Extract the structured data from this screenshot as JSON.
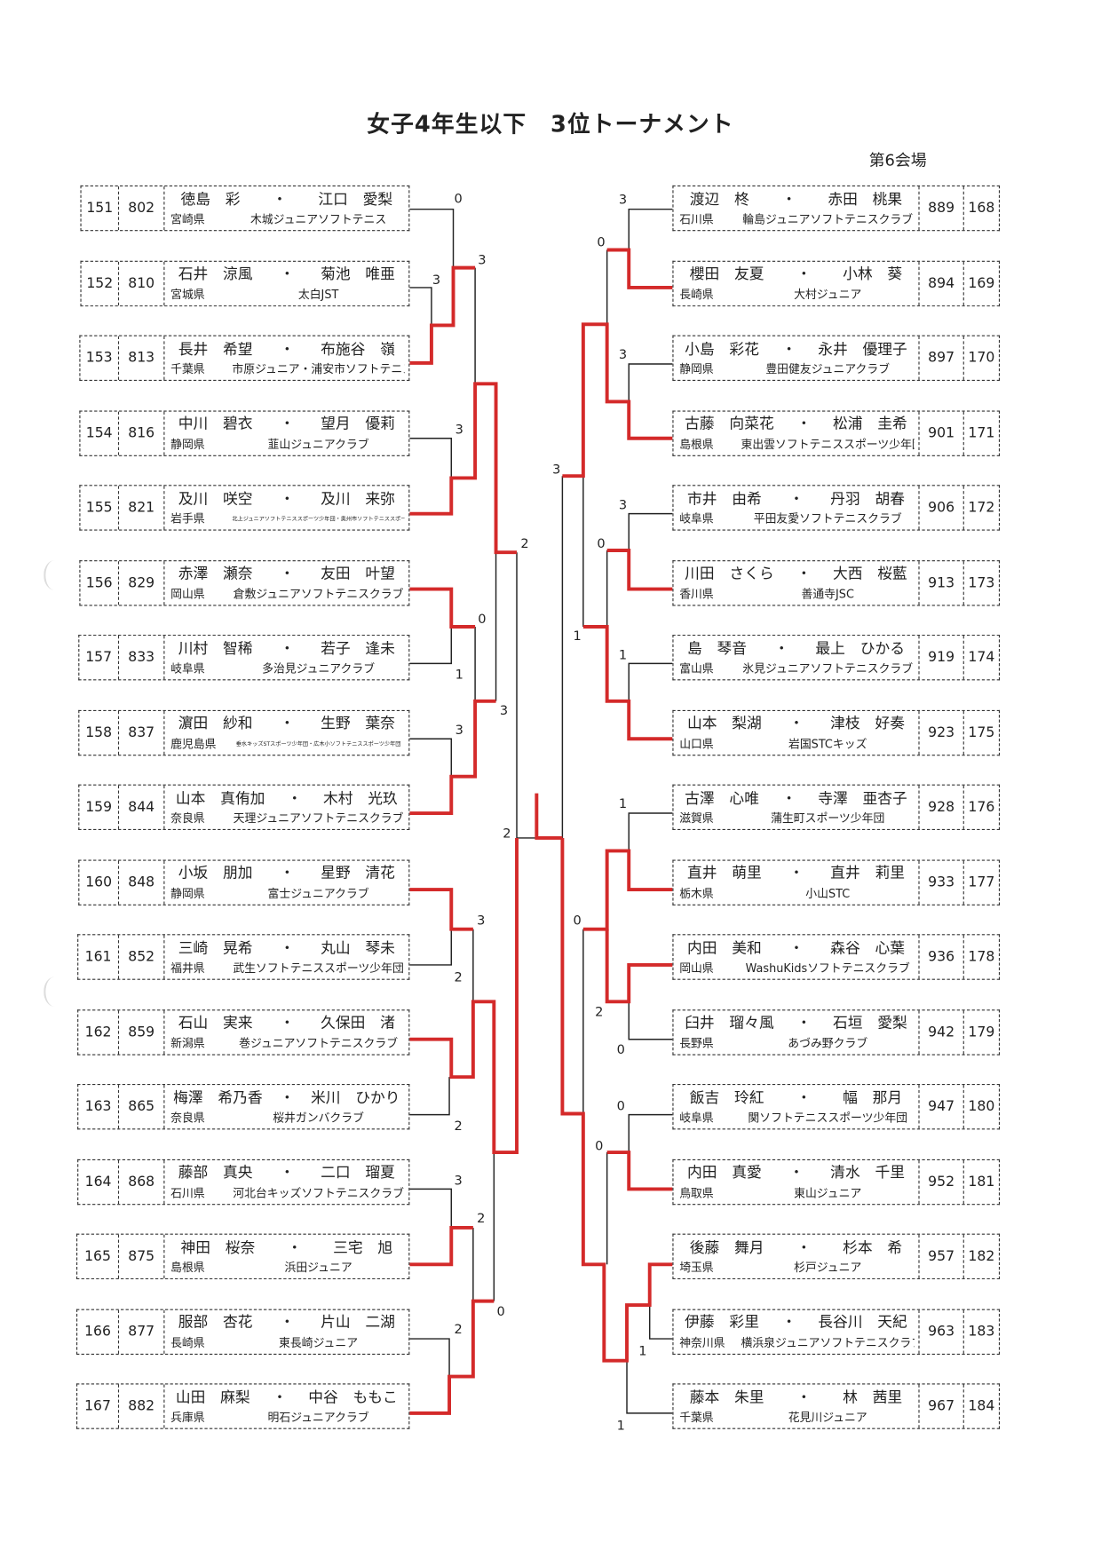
{
  "title": "女子4年生以下　3位トーナメント",
  "venue": "第6会場",
  "colors": {
    "winner_line": "#d42a2a",
    "line": "#222222"
  },
  "left_entries": [
    {
      "seq": "151",
      "no": "802",
      "p1": "徳島　彩",
      "p2": "江口　愛梨",
      "pref": "宮崎県",
      "club": "木城ジュニアソフトテニス"
    },
    {
      "seq": "152",
      "no": "810",
      "p1": "石井　涼風",
      "p2": "菊池　唯亜",
      "pref": "宮城県",
      "club": "太白JST"
    },
    {
      "seq": "153",
      "no": "813",
      "p1": "長井　希望",
      "p2": "布施谷　嶺",
      "pref": "千葉県",
      "club": "市原ジュニア・浦安市ソフトテニスジュニア"
    },
    {
      "seq": "154",
      "no": "816",
      "p1": "中川　碧衣",
      "p2": "望月　優莉",
      "pref": "静岡県",
      "club": "韮山ジュニアクラブ"
    },
    {
      "seq": "155",
      "no": "821",
      "p1": "及川　咲空",
      "p2": "及川　来弥",
      "pref": "岩手県",
      "club": "北上ジュニアソフトテニススポーツ少年団・奥州市ソフトテニススポーツ少年団"
    },
    {
      "seq": "156",
      "no": "829",
      "p1": "赤澤　瀬奈",
      "p2": "友田　叶望",
      "pref": "岡山県",
      "club": "倉敷ジュニアソフトテニスクラブ"
    },
    {
      "seq": "157",
      "no": "833",
      "p1": "川村　智稀",
      "p2": "若子　逢未",
      "pref": "岐阜県",
      "club": "多治見ジュニアクラブ"
    },
    {
      "seq": "158",
      "no": "837",
      "p1": "濵田　紗和",
      "p2": "生野　葉奈",
      "pref": "鹿児島県",
      "club": "垂水キッズSTスポーツ少年団・広木小ソフトテニススポーツ少年団"
    },
    {
      "seq": "159",
      "no": "844",
      "p1": "山本　真侑加",
      "p2": "木村　光玖",
      "pref": "奈良県",
      "club": "天理ジュニアソフトテニスクラブ"
    },
    {
      "seq": "160",
      "no": "848",
      "p1": "小坂　朋加",
      "p2": "星野　清花",
      "pref": "静岡県",
      "club": "富士ジュニアクラブ"
    },
    {
      "seq": "161",
      "no": "852",
      "p1": "三崎　晃希",
      "p2": "丸山　琴未",
      "pref": "福井県",
      "club": "武生ソフトテニススポーツ少年団"
    },
    {
      "seq": "162",
      "no": "859",
      "p1": "石山　実来",
      "p2": "久保田　渚",
      "pref": "新潟県",
      "club": "巻ジュニアソフトテニスクラブ"
    },
    {
      "seq": "163",
      "no": "865",
      "p1": "梅澤　希乃香",
      "p2": "米川　ひかり",
      "pref": "奈良県",
      "club": "桜井ガンバクラブ"
    },
    {
      "seq": "164",
      "no": "868",
      "p1": "藤部　真央",
      "p2": "二口　瑠夏",
      "pref": "石川県",
      "club": "河北台キッズソフトテニスクラブ"
    },
    {
      "seq": "165",
      "no": "875",
      "p1": "神田　桜奈",
      "p2": "三宅　旭",
      "pref": "島根県",
      "club": "浜田ジュニア"
    },
    {
      "seq": "166",
      "no": "877",
      "p1": "服部　杏花",
      "p2": "片山　二湖",
      "pref": "長崎県",
      "club": "東長崎ジュニア"
    },
    {
      "seq": "167",
      "no": "882",
      "p1": "山田　麻梨",
      "p2": "中谷　ももこ",
      "pref": "兵庫県",
      "club": "明石ジュニアクラブ"
    }
  ],
  "right_entries": [
    {
      "seq": "168",
      "no": "889",
      "p1": "渡辺　柊",
      "p2": "赤田　桃果",
      "pref": "石川県",
      "club": "輪島ジュニアソフトテニスクラブ"
    },
    {
      "seq": "169",
      "no": "894",
      "p1": "櫻田　友夏",
      "p2": "小林　葵",
      "pref": "長崎県",
      "club": "大村ジュニア"
    },
    {
      "seq": "170",
      "no": "897",
      "p1": "小島　彩花",
      "p2": "永井　優理子",
      "pref": "静岡県",
      "club": "豊田健友ジュニアクラブ"
    },
    {
      "seq": "171",
      "no": "901",
      "p1": "古藤　向菜花",
      "p2": "松浦　圭希",
      "pref": "島根県",
      "club": "東出雲ソフトテニススポーツ少年団"
    },
    {
      "seq": "172",
      "no": "906",
      "p1": "市井　由希",
      "p2": "丹羽　胡春",
      "pref": "岐阜県",
      "club": "平田友愛ソフトテニスクラブ"
    },
    {
      "seq": "173",
      "no": "913",
      "p1": "川田　さくら",
      "p2": "大西　桜藍",
      "pref": "香川県",
      "club": "善通寺JSC"
    },
    {
      "seq": "174",
      "no": "919",
      "p1": "島　琴音",
      "p2": "最上　ひかる",
      "pref": "富山県",
      "club": "氷見ジュニアソフトテニスクラブ"
    },
    {
      "seq": "175",
      "no": "923",
      "p1": "山本　梨湖",
      "p2": "津枝　好奏",
      "pref": "山口県",
      "club": "岩国STCキッズ"
    },
    {
      "seq": "176",
      "no": "928",
      "p1": "古澤　心唯",
      "p2": "寺澤　亜杏子",
      "pref": "滋賀県",
      "club": "蒲生町スポーツ少年団"
    },
    {
      "seq": "177",
      "no": "933",
      "p1": "直井　萌里",
      "p2": "直井　莉里",
      "pref": "栃木県",
      "club": "小山STC"
    },
    {
      "seq": "178",
      "no": "936",
      "p1": "内田　美和",
      "p2": "森谷　心葉",
      "pref": "岡山県",
      "club": "WashuKidsソフトテニスクラブ"
    },
    {
      "seq": "179",
      "no": "942",
      "p1": "臼井　瑠々風",
      "p2": "石垣　愛梨",
      "pref": "長野県",
      "club": "あづみ野クラブ"
    },
    {
      "seq": "180",
      "no": "947",
      "p1": "飯吉　玲紅",
      "p2": "幅　那月",
      "pref": "岐阜県",
      "club": "関ソフトテニススポーツ少年団"
    },
    {
      "seq": "181",
      "no": "952",
      "p1": "内田　真愛",
      "p2": "清水　千里",
      "pref": "鳥取県",
      "club": "東山ジュニア"
    },
    {
      "seq": "182",
      "no": "957",
      "p1": "後藤　舞月",
      "p2": "杉本　希",
      "pref": "埼玉県",
      "club": "杉戸ジュニア"
    },
    {
      "seq": "183",
      "no": "963",
      "p1": "伊藤　彩里",
      "p2": "長谷川　天紀",
      "pref": "神奈川県",
      "club": "横浜泉ジュニアソフトテニスクラブ"
    },
    {
      "seq": "184",
      "no": "967",
      "p1": "藤本　朱里",
      "p2": "林　茜里",
      "pref": "千葉県",
      "club": "花見川ジュニア"
    }
  ],
  "left_scores": [
    "0",
    "3",
    "3",
    "3",
    "2",
    "0",
    "1",
    "3",
    "3",
    "2",
    "3",
    "2",
    "2",
    "3",
    "2",
    "2",
    "0"
  ],
  "right_scores": [
    "3",
    "0",
    "3",
    "3",
    "3",
    "0",
    "1",
    "1",
    "1",
    "0",
    "2",
    "0",
    "0",
    "0",
    "1",
    "1"
  ]
}
